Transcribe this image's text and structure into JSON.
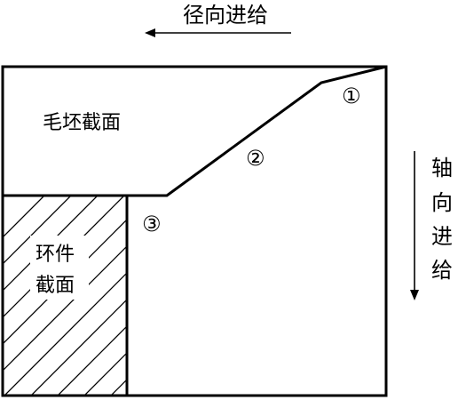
{
  "diagram": {
    "radial_feed_label": "径向进给",
    "axial_feed_chars": [
      "轴",
      "向",
      "进",
      "给"
    ],
    "blank_section_label": "毛坯截面",
    "ring_section_label_line1": "环件",
    "ring_section_label_line2": "截面",
    "step_markers": [
      "①",
      "②",
      "③"
    ]
  }
}
